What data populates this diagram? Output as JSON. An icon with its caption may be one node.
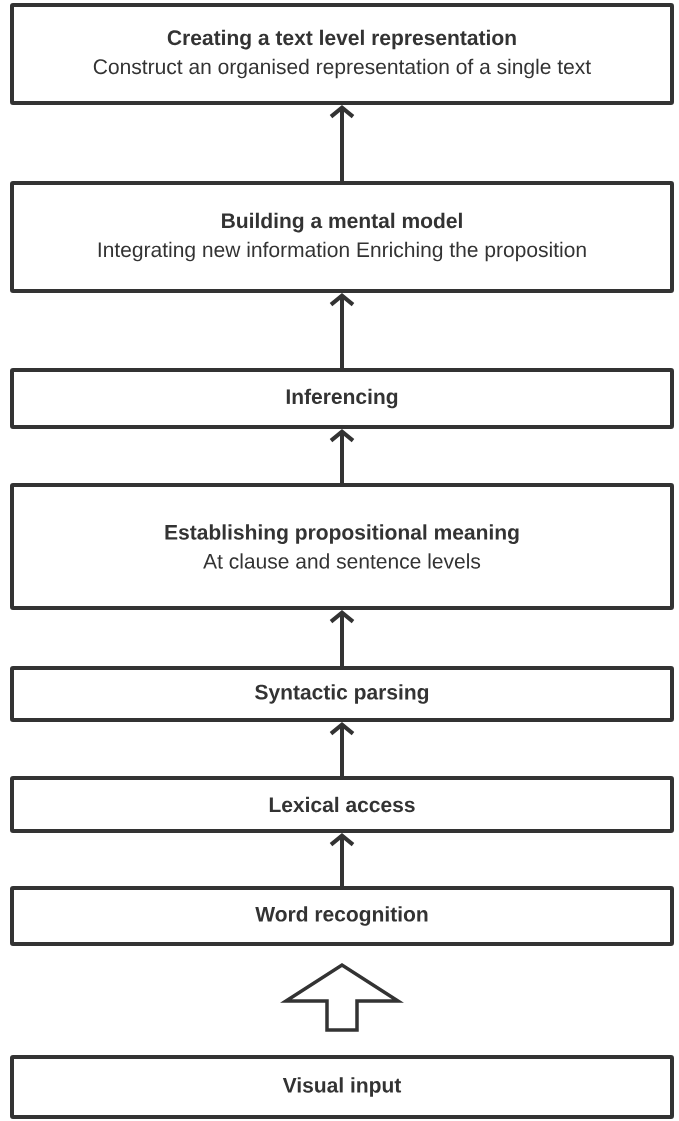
{
  "diagram": {
    "nodes": [
      {
        "text": [
          "Creating a text level representation",
          "Construct an organised representation of a single text"
        ]
      },
      {
        "text": [
          "Building a mental model",
          "Integrating new information Enriching the proposition"
        ]
      },
      {
        "text": [
          "Inferencing"
        ]
      },
      {
        "text": [
          "Establishing propositional meaning",
          "At clause and sentence levels"
        ]
      },
      {
        "text": [
          "Syntactic parsing"
        ]
      },
      {
        "text": [
          "Lexical access"
        ]
      },
      {
        "text": [
          "Word recognition"
        ]
      },
      {
        "text": [
          "Visual input"
        ]
      }
    ],
    "edges": [
      {
        "from": 1,
        "to": 0,
        "arrow": "to"
      },
      {
        "from": 2,
        "to": 1,
        "arrow": "to"
      },
      {
        "from": 3,
        "to": 2,
        "arrow": "to"
      },
      {
        "from": 4,
        "to": 3,
        "arrow": "to"
      },
      {
        "from": 5,
        "to": 4,
        "arrow": "to"
      },
      {
        "from": 6,
        "to": 5,
        "arrow": "to"
      },
      {
        "from": 7,
        "to": 6,
        "arrow": "to",
        "style": "thick"
      }
    ]
  }
}
